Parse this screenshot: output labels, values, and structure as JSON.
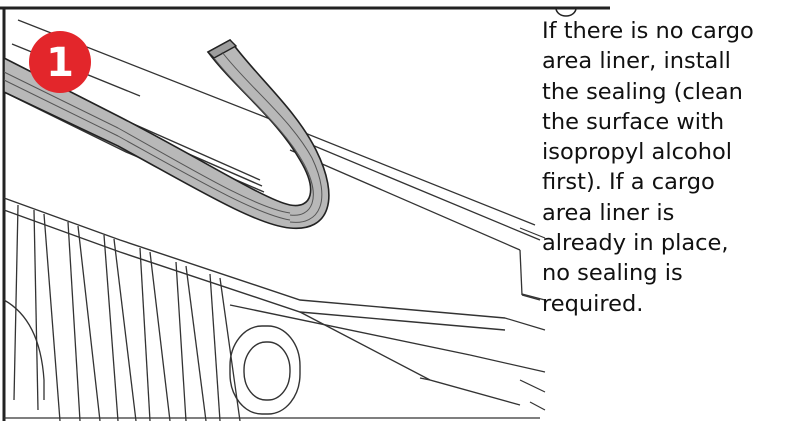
{
  "figure": {
    "step_number": "1",
    "badge_color": "#e3262b",
    "seal_color": "#b8b8b8",
    "line_color": "#222222"
  },
  "instruction": {
    "lines": [
      "If there is no cargo",
      "area liner, install",
      "the sealing (clean",
      "the surface with",
      "isopropyl alcohol",
      "first). If a cargo",
      "area liner is",
      "already in place,",
      "no sealing is",
      "required."
    ]
  }
}
